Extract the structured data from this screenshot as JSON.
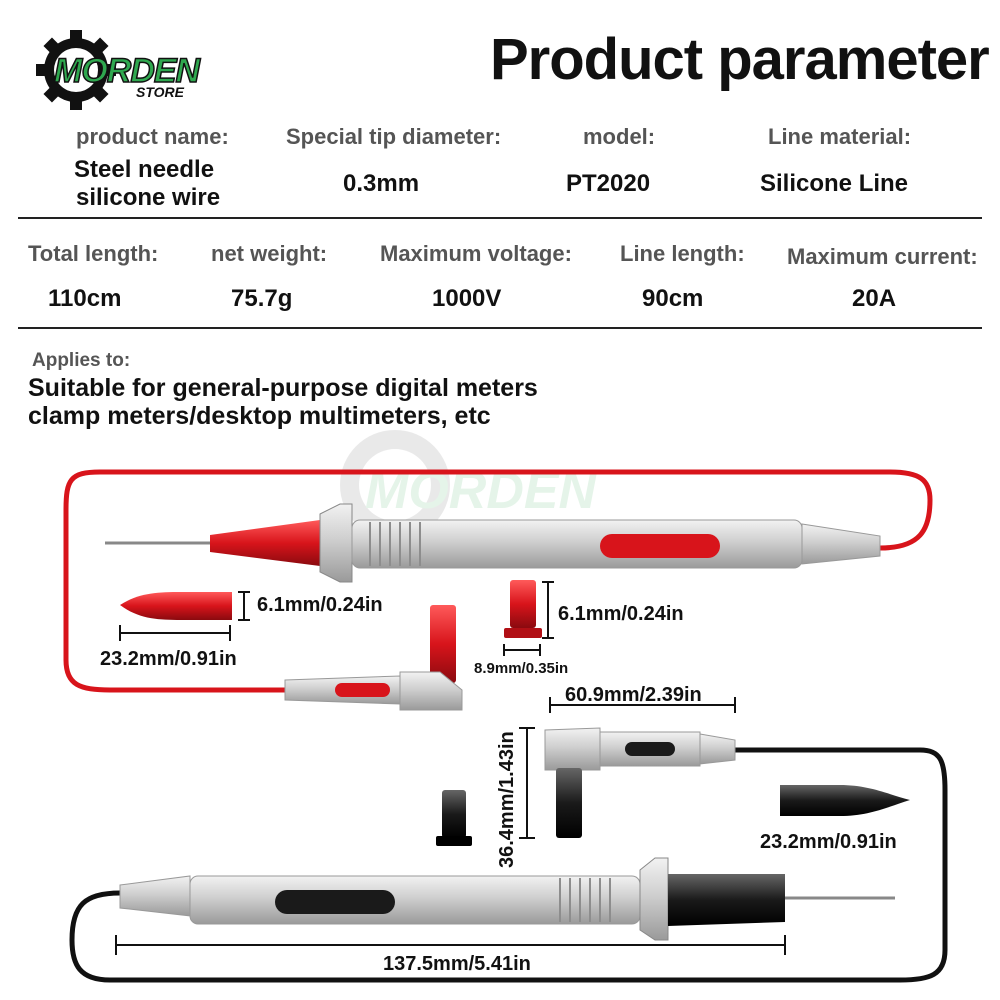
{
  "brand": {
    "name": "MORDEN",
    "sub": "STORE",
    "color_green": "#2fa84f",
    "color_dark": "#111111"
  },
  "title": "Product parameter",
  "row1": [
    {
      "label": "product name:",
      "value_line1": "Steel needle",
      "value_line2": "silicone wire"
    },
    {
      "label": "Special tip diameter:",
      "value": "0.3mm"
    },
    {
      "label": "model:",
      "value": "PT2020"
    },
    {
      "label": "Line material:",
      "value": "Silicone Line"
    }
  ],
  "row2": [
    {
      "label": "Total length:",
      "value": "110cm"
    },
    {
      "label": "net weight:",
      "value": "75.7g"
    },
    {
      "label": "Maximum voltage:",
      "value": "1000V"
    },
    {
      "label": "Line length:",
      "value": "90cm"
    },
    {
      "label": "Maximum current:",
      "value": "20A"
    }
  ],
  "applies": {
    "label": "Applies to:",
    "line1": "Suitable for general-purpose digital meters",
    "line2": "clamp meters/desktop multimeters, etc"
  },
  "dimensions": {
    "red_cap_height": "6.1mm/0.24in",
    "red_cap_length": "23.2mm/0.91in",
    "red_sleeve_height": "6.1mm/0.24in",
    "red_sleeve_width": "8.9mm/0.35in",
    "angled_length": "60.9mm/2.39in",
    "angled_height": "36.4mm/1.43in",
    "black_cap_length": "23.2mm/0.91in",
    "probe_length": "137.5mm/5.41in"
  },
  "colors": {
    "red": "#d8141b",
    "black": "#1a1a1a",
    "silver": "#c9c9c9"
  }
}
